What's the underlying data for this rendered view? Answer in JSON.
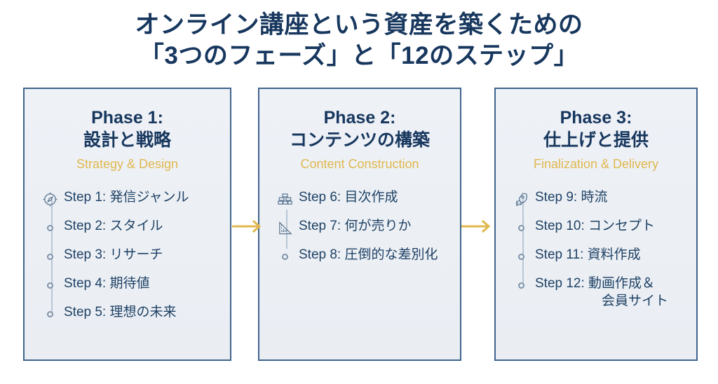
{
  "title": {
    "line1": "オンライン講座という資産を築くための",
    "line2": "「3つのフェーズ」と「12のステップ」"
  },
  "colors": {
    "navy": "#17375e",
    "gold": "#e0b84f",
    "card_fill": "#eef1f6",
    "card_border": "#3f648d",
    "rail": "#b9c6d6",
    "step_text": "#1f4266"
  },
  "phases": [
    {
      "label": "Phase 1:",
      "jp": "設計と戦略",
      "en": "Strategy & Design",
      "steps": [
        {
          "icon": "compass-icon",
          "text": "Step 1: 発信ジャンル"
        },
        {
          "icon": "dot-icon",
          "text": "Step 2: スタイル"
        },
        {
          "icon": "dot-icon",
          "text": "Step 3: リサーチ"
        },
        {
          "icon": "dot-icon",
          "text": "Step 4: 期待値"
        },
        {
          "icon": "dot-icon",
          "text": "Step 5: 理想の未来"
        }
      ]
    },
    {
      "label": "Phase 2:",
      "jp": "コンテンツの構築",
      "en": "Content Construction",
      "steps": [
        {
          "icon": "brick-wall-icon",
          "text": "Step 6: 目次作成"
        },
        {
          "icon": "set-square-icon",
          "text": "Step 7: 何が売りか"
        },
        {
          "icon": "dot-icon",
          "text": "Step 8: 圧倒的な差別化"
        }
      ]
    },
    {
      "label": "Phase 3:",
      "jp": "仕上げと提供",
      "en": "Finalization & Delivery",
      "steps": [
        {
          "icon": "rocket-icon",
          "text": "Step 9: 時流"
        },
        {
          "icon": "dot-icon",
          "text": "Step 10: コンセプト"
        },
        {
          "icon": "dot-icon",
          "text": "Step 11: 資料作成"
        },
        {
          "icon": "dot-icon",
          "text": "Step 12: 動画作成＆\n　　　　　会員サイト"
        }
      ]
    }
  ],
  "arrows": [
    {
      "name": "arrow-phase1-to-phase2"
    },
    {
      "name": "arrow-phase2-to-phase3"
    }
  ]
}
